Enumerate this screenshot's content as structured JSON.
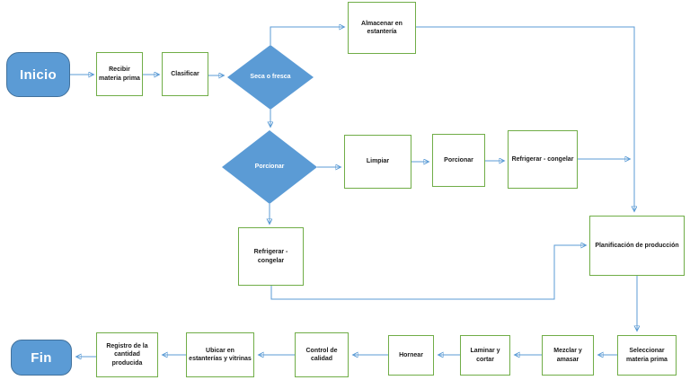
{
  "nodes": {
    "inicio": {
      "label": "Inicio"
    },
    "recibir": {
      "label": "Recibir materia prima"
    },
    "clasificar": {
      "label": "Clasificar"
    },
    "seca_o_fresca": {
      "label": "Seca o fresca"
    },
    "almacenar": {
      "label": "Almacenar en estantería"
    },
    "porcionar_decision": {
      "label": "Porcionar"
    },
    "limpiar": {
      "label": "Limpiar"
    },
    "porcionar": {
      "label": "Porcionar"
    },
    "refrigerar_congelar_1": {
      "label": "Refrigerar - congelar"
    },
    "refrigerar_congelar_2": {
      "label": "Refrigerar - congelar"
    },
    "planificacion": {
      "label": "Planificación de producción"
    },
    "seleccionar": {
      "label": "Seleccionar materia prima"
    },
    "mezclar": {
      "label": "Mezclar y amasar"
    },
    "laminar": {
      "label": "Laminar y cortar"
    },
    "hornear": {
      "label": "Hornear"
    },
    "control": {
      "label": "Control de calidad"
    },
    "ubicar": {
      "label": "Ubicar en estanterías y vitrinas"
    },
    "registro": {
      "label": "Registro de la cantidad producida"
    },
    "fin": {
      "label": "Fin"
    }
  },
  "colors": {
    "terminal_fill": "#5b9bd5",
    "terminal_border": "#41719c",
    "decision_fill": "#5b9bd5",
    "process_fill": "#ffffff",
    "process_border": "#70ad47",
    "connector": "#5b9bd5",
    "text": "#1a1a1a"
  }
}
